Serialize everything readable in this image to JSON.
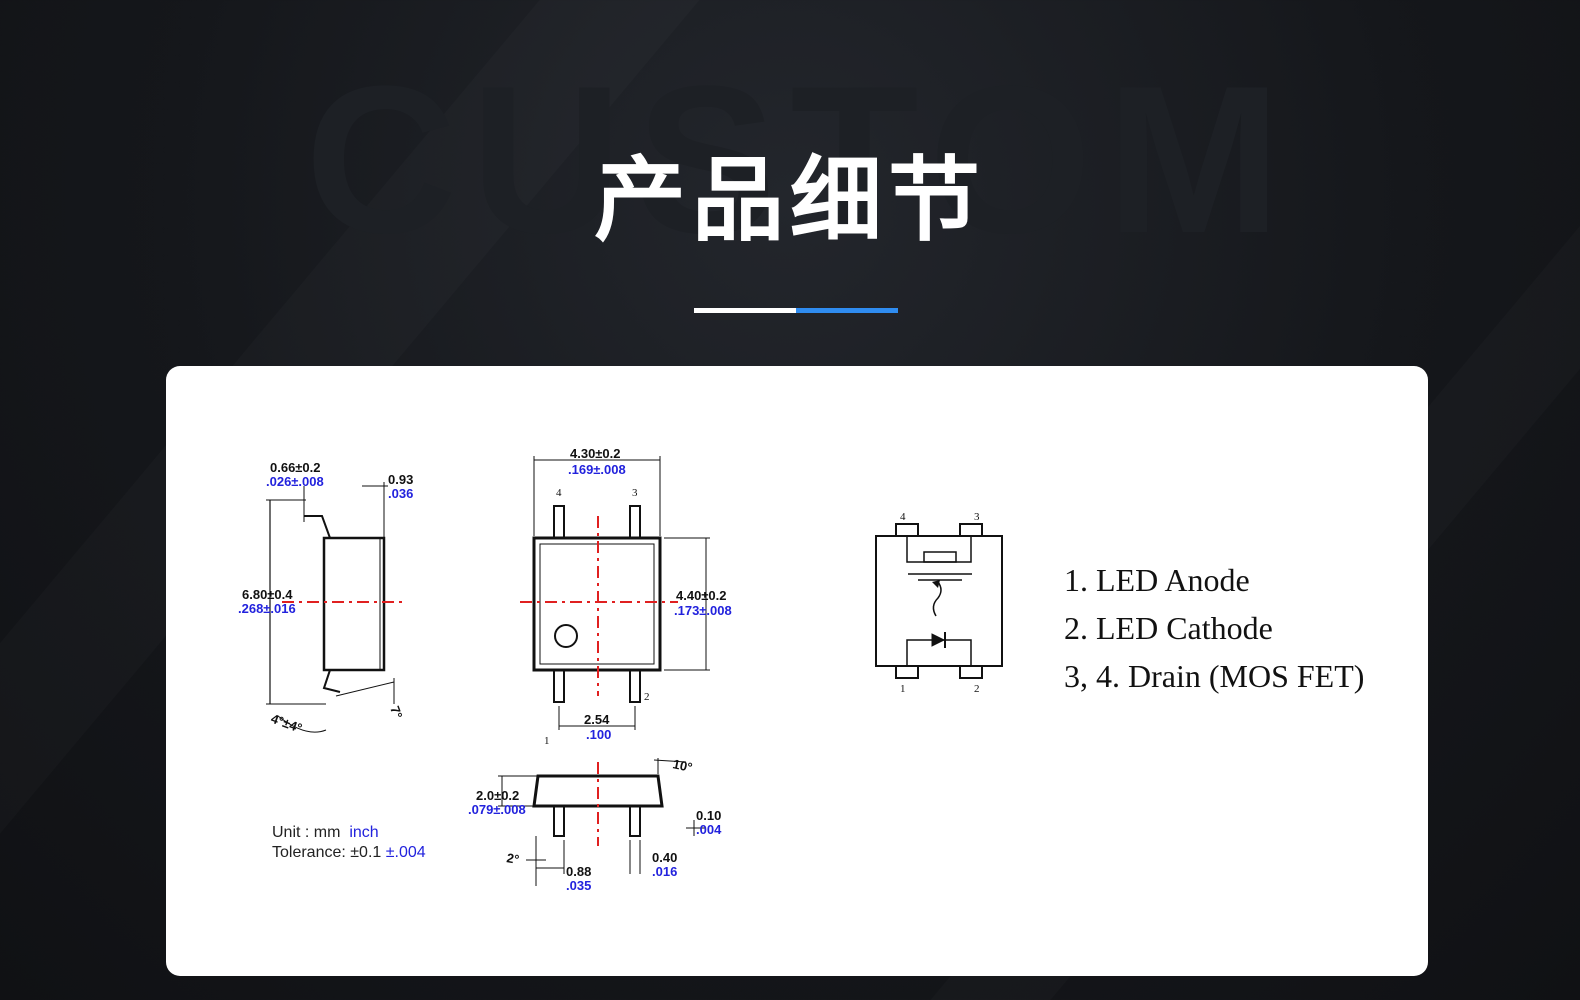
{
  "header": {
    "title": "产品细节",
    "background_word": "CUSTOM",
    "underline_colors": [
      "#ffffff",
      "#2f8cf0"
    ]
  },
  "drawing": {
    "side_view": {
      "lead_width_mm": "0.66±0.2",
      "lead_width_inch": ".026±.008",
      "lead_offset_mm": "0.93",
      "lead_offset_inch": ".036",
      "overall_width_mm": "6.80±0.4",
      "overall_width_inch": ".268±.016",
      "lead_angle": "4°±4°",
      "angle_small": "7°"
    },
    "top_view": {
      "body_width_mm": "4.30±0.2",
      "body_width_inch": ".169±.008",
      "body_height_mm": "4.40±0.2",
      "body_height_inch": ".173±.008",
      "pitch_mm": "2.54",
      "pitch_inch": ".100",
      "pin_labels": [
        "1",
        "2",
        "3",
        "4"
      ]
    },
    "front_view": {
      "height_mm": "2.0±0.2",
      "height_inch": ".079±.008",
      "angle_top": "10°",
      "angle_left": "2°",
      "standoff_mm": "0.10",
      "standoff_inch": ".004",
      "lead_len_mm": "0.88",
      "lead_len_inch": ".035",
      "lead_w_mm": "0.40",
      "lead_w_inch": ".016"
    },
    "units": {
      "unit_label": "Unit : mm",
      "unit_inch": "inch",
      "tolerance_label": "Tolerance: ±0.1",
      "tolerance_inch": "±.004"
    },
    "schematic": {
      "pin_labels": [
        "4",
        "3",
        "1",
        "2"
      ]
    },
    "pin_list": [
      "1.   LED Anode",
      "2.   LED Cathode",
      "3, 4. Drain (MOS FET)"
    ],
    "colors": {
      "dimension_black": "#111111",
      "dimension_blue": "#2222dd",
      "centerline_red": "#e02020"
    }
  }
}
